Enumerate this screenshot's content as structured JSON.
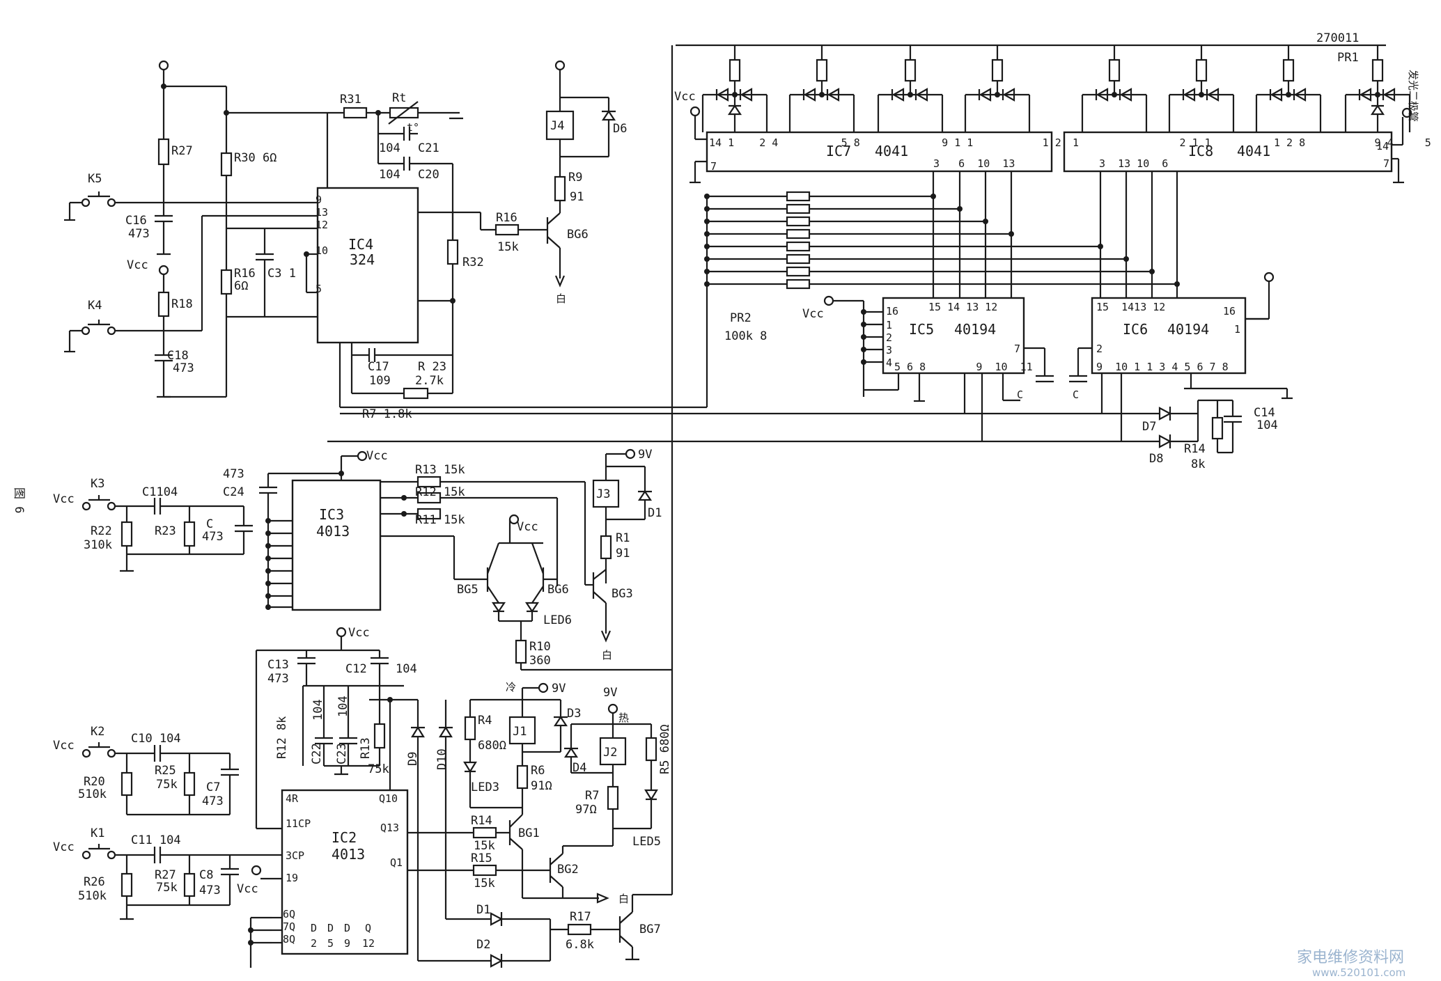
{
  "figure": {
    "side_label": "图 6",
    "watermark_text": "家电维修资料网",
    "watermark_url": "www.520101.com"
  },
  "labels": {
    "vcc": "Vcc",
    "nine_v": "9V",
    "white": "白",
    "cold": "冷",
    "hot": "热",
    "emit_tube": "发光二极管"
  },
  "ics": {
    "ic4": {
      "name": "IC4",
      "part": "324",
      "pins": [
        "9",
        "13",
        "12",
        "10",
        "5"
      ]
    },
    "ic3": {
      "name": "IC3",
      "part": "4013"
    },
    "ic2": {
      "name": "IC2",
      "part": "4013",
      "pins": [
        "4R",
        "11CP",
        "3CP",
        "Q10",
        "Q13",
        "Q1",
        "19",
        "6Q",
        "7Q",
        "8Q",
        "D",
        "D",
        "D",
        "Q",
        "2",
        "5",
        "9",
        "12"
      ]
    },
    "ic7": {
      "name": "IC7",
      "part": "4041",
      "top_pins": "14 1    2 4          5 8             9 1 1           1 2",
      "bottom_pins": "3   6  10  13",
      "pin7": "7"
    },
    "ic8": {
      "name": "IC8",
      "part": "4041",
      "top_pins": "1                2 1 1          1 2 8           9 4     5",
      "bottom_pins": "3  13 10  6",
      "pin14": "14",
      "pin7": "7"
    },
    "ic5": {
      "name": "IC5",
      "part": "40194",
      "top_pins": "15 14 13 12",
      "left_pins": [
        "16",
        "1",
        "2",
        "3",
        "4"
      ],
      "bottom_pins": "5 6 8        9  10  11",
      "pin7": "7"
    },
    "ic6": {
      "name": "IC6",
      "part": "40194",
      "top_pins": "15  1413 12",
      "bottom_pins": "9  10 1 1 3 4 5 6 7 8",
      "pin16": "16",
      "pin1": "1",
      "pin2": "2"
    }
  },
  "components": {
    "r27": "R27",
    "r30": "R30 6Ω",
    "r31": "R31",
    "rt": "Rt",
    "t_deg": "t°",
    "c21_val": "104",
    "c21": "C21",
    "c20_val": "104",
    "c20": "C20",
    "k5": "K5",
    "c16": "C16",
    "c16_val": "473",
    "r18": "R18",
    "r16a": "R16",
    "r16a_val": "6Ω",
    "c3": "C3 1",
    "k4": "K4",
    "c18": "C18",
    "c18_val": "473",
    "c17": "C17",
    "c17_val": "109",
    "r23a": "R 23",
    "r23a_val": "2.7k",
    "r7": "R7 1.8k",
    "r32": "R32",
    "r16b": "R16",
    "r16b_val": "15k",
    "bg6_top": "BG6",
    "j4": "J4",
    "d6": "D6",
    "r9": "R9",
    "r9_val": "91",
    "part_no": "270011",
    "pr1": "PR1",
    "pr2": "PR2",
    "pr2_val": "100k 8",
    "c_ic5": "C",
    "c_ic6": "C",
    "c14": "C14",
    "c14_val": "104",
    "d7": "D7",
    "d8": "D8",
    "r14a": "R14",
    "r14a_val": "8k",
    "c24_val": "473",
    "c24": "C24",
    "k3": "K3",
    "c1104": "C1104",
    "r22": "R22",
    "r22_val": "310k",
    "r23b": "R23",
    "c_mid": "C",
    "c_mid_val": "473",
    "r13": "R13 15k",
    "r12a": "R12 15k",
    "r11": "R11 15k",
    "bg5": "BG5",
    "bg6_mid": "BG6",
    "led6": "LED6",
    "r10": "R10",
    "r10_val": "360",
    "j3": "J3",
    "d1": "D1",
    "r1": "R1",
    "r1_val": "91",
    "bg3": "BG3",
    "c13": "C13",
    "c13_val": "473",
    "c12": "C12",
    "c12_val": "104",
    "r12b": "R12 8k",
    "c22": "C22",
    "c22_val": "104",
    "c23": "C23",
    "c23_val": "104",
    "r13b": "R13",
    "r13b_val": "75k",
    "d9": "D9",
    "d10": "D10",
    "r4": "R4",
    "r4_val": "680Ω",
    "j1": "J1",
    "d3": "D3",
    "led3": "LED3",
    "r6": "R6",
    "r6_val": "91Ω",
    "j2": "J2",
    "d4": "D4",
    "r5": "R5 680Ω",
    "r7b": "R7",
    "r7b_val": "97Ω",
    "led5": "LED5",
    "r14b": "R14",
    "r14b_val": "15k",
    "r15": "R15",
    "r15_val": "15k",
    "bg1": "BG1",
    "bg2": "BG2",
    "k2": "K2",
    "c10": "C10 104",
    "r20": "R20",
    "r20_val": "510k",
    "r25": "R25",
    "r25_val": "75k",
    "c7": "C7",
    "c7_val": "473",
    "k1": "K1",
    "c11": "C11 104",
    "r26": "R26",
    "r26_val": "510k",
    "r27b": "R27",
    "r27b_val": "75k",
    "c8": "C8",
    "c8_val": "473",
    "d1b": "D1",
    "d2": "D2",
    "r17": "R17",
    "r17_val": "6.8k",
    "bg7": "BG7"
  }
}
